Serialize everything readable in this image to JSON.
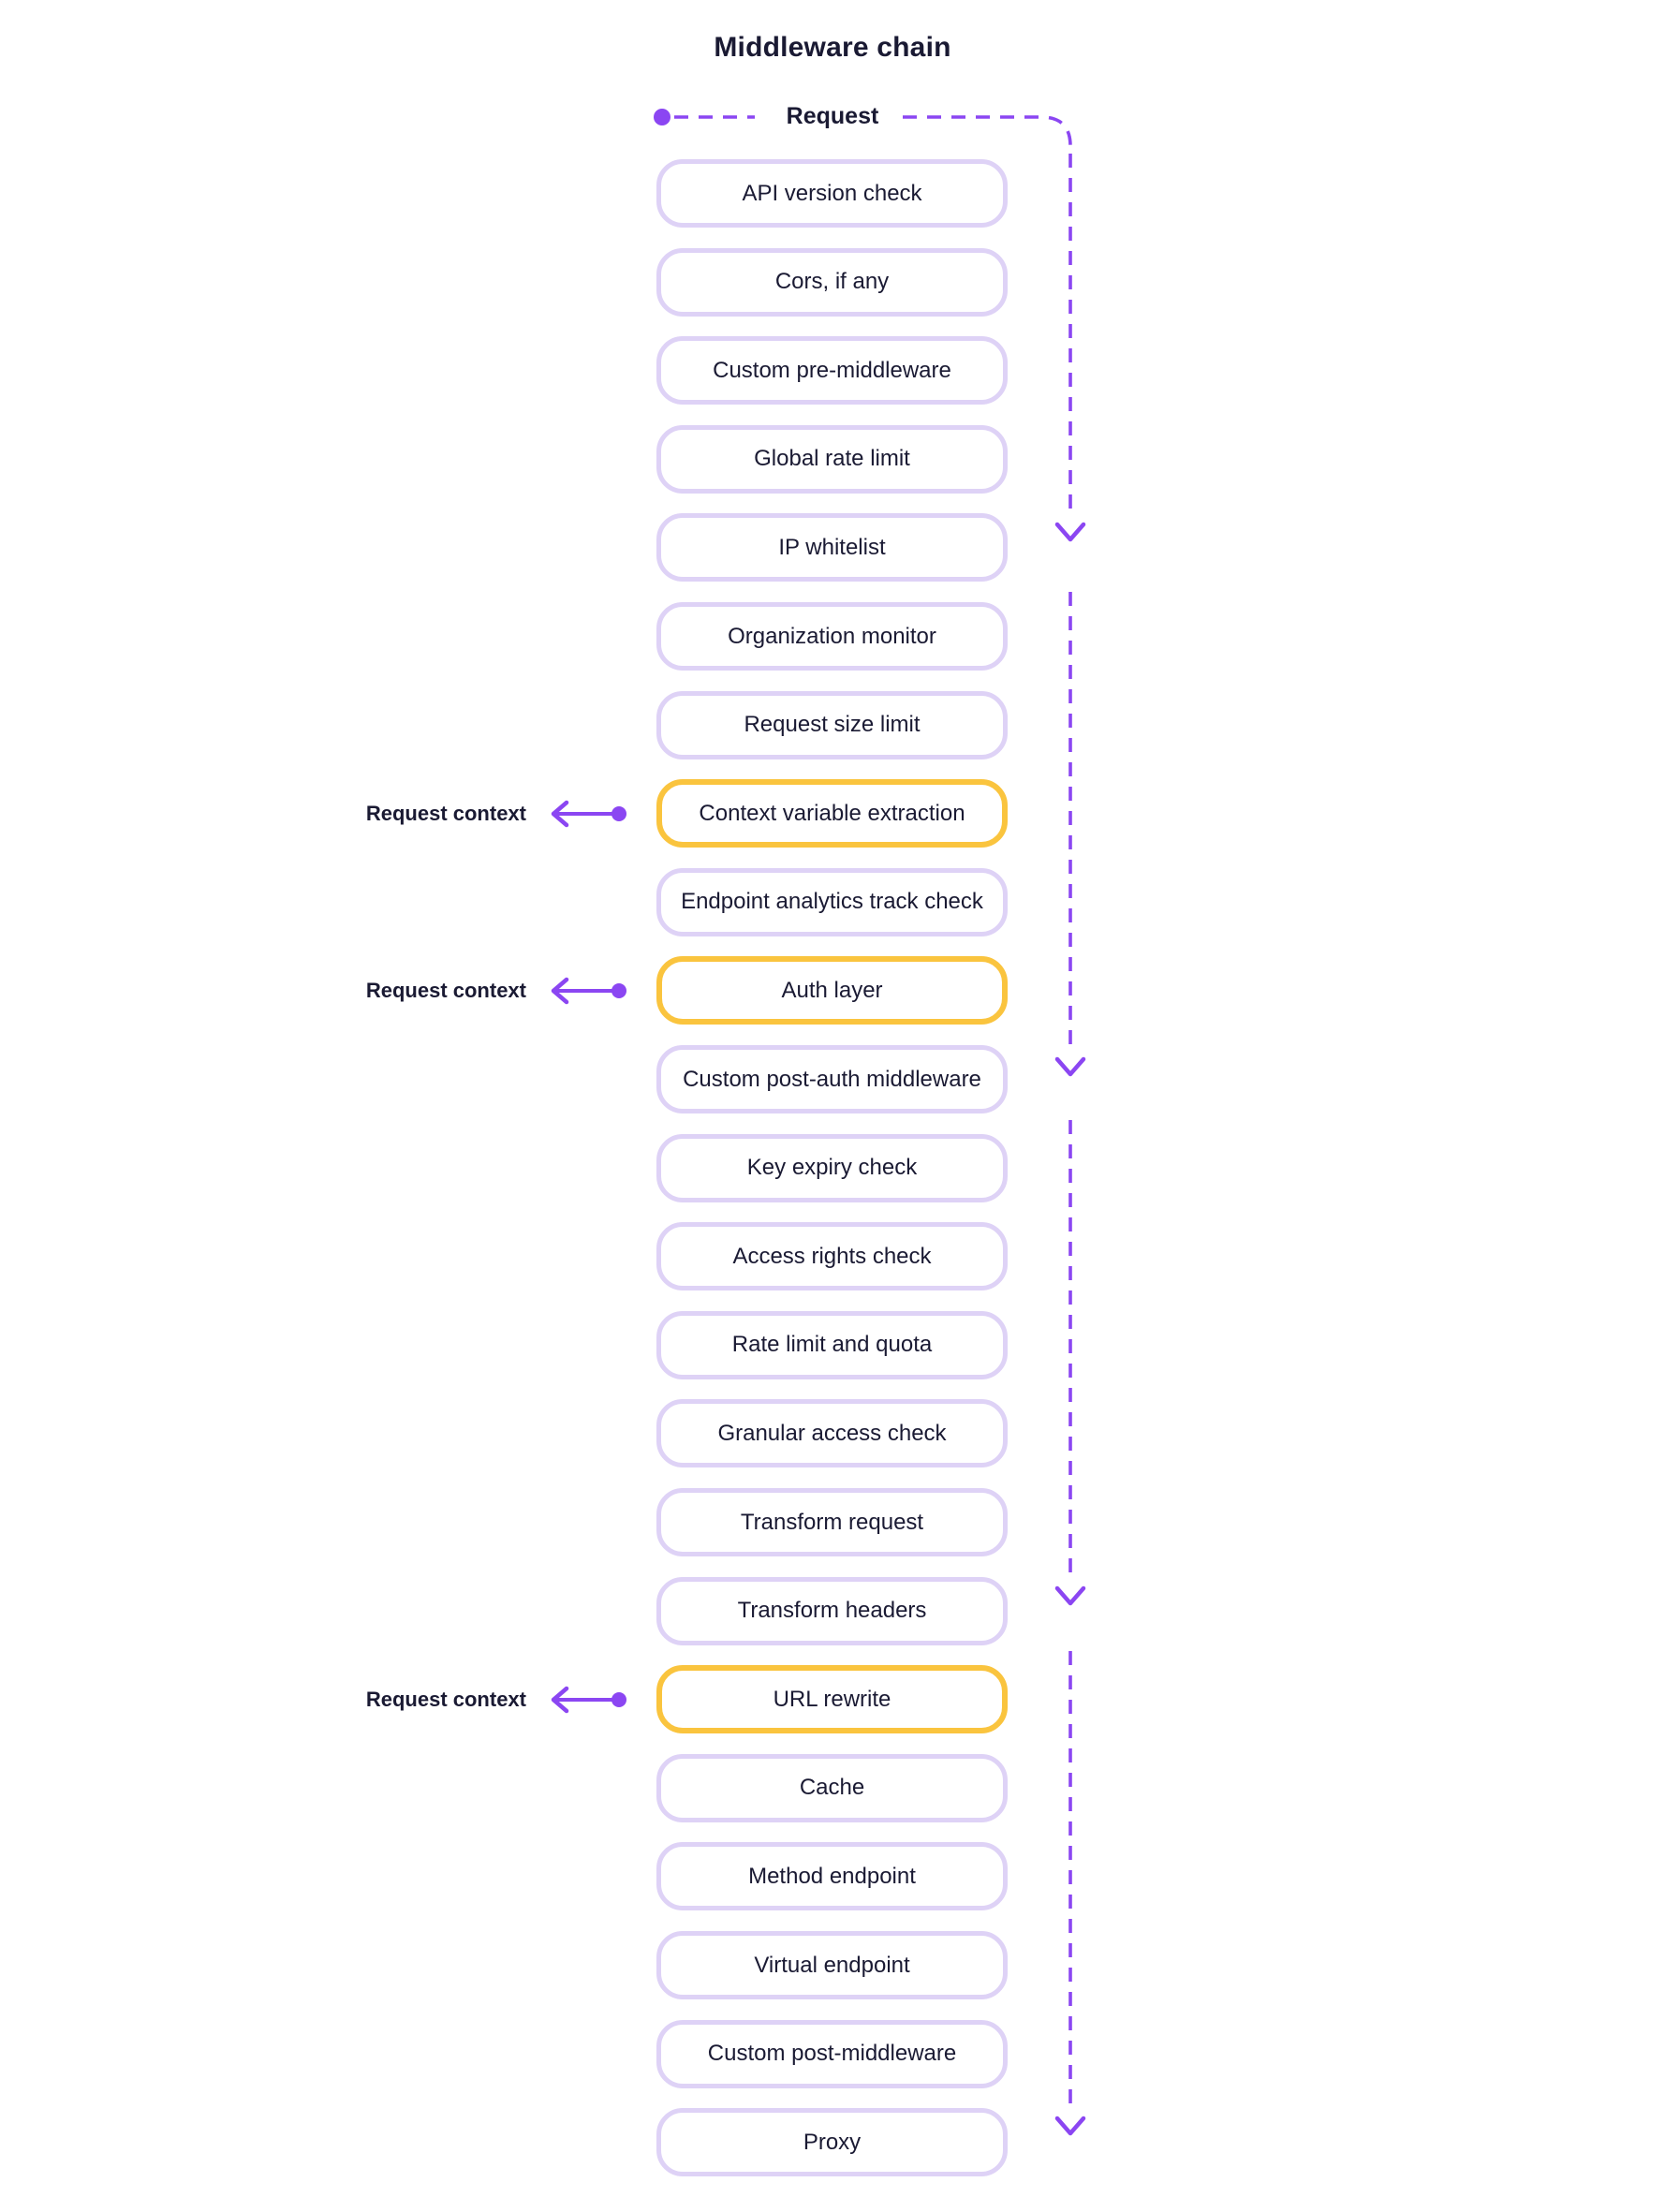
{
  "title": "Middleware chain",
  "flow": {
    "request_label": "Request",
    "request_context_label": "Request context"
  },
  "chain": {
    "steps": [
      {
        "label": "API version check",
        "highlighted": false
      },
      {
        "label": "Cors, if any",
        "highlighted": false
      },
      {
        "label": "Custom pre-middleware",
        "highlighted": false
      },
      {
        "label": "Global rate limit",
        "highlighted": false
      },
      {
        "label": "IP whitelist",
        "highlighted": false
      },
      {
        "label": "Organization monitor",
        "highlighted": false
      },
      {
        "label": "Request size limit",
        "highlighted": false
      },
      {
        "label": "Context variable extraction",
        "highlighted": true
      },
      {
        "label": "Endpoint analytics track check",
        "highlighted": false
      },
      {
        "label": "Auth layer",
        "highlighted": true
      },
      {
        "label": "Custom post-auth middleware",
        "highlighted": false
      },
      {
        "label": "Key expiry check",
        "highlighted": false
      },
      {
        "label": "Access rights check",
        "highlighted": false
      },
      {
        "label": "Rate limit and quota",
        "highlighted": false
      },
      {
        "label": "Granular access check",
        "highlighted": false
      },
      {
        "label": "Transform request",
        "highlighted": false
      },
      {
        "label": "Transform headers",
        "highlighted": false
      },
      {
        "label": "URL rewrite",
        "highlighted": true
      },
      {
        "label": "Cache",
        "highlighted": false
      },
      {
        "label": "Method endpoint",
        "highlighted": false
      },
      {
        "label": "Virtual endpoint",
        "highlighted": false
      },
      {
        "label": "Custom post-middleware",
        "highlighted": false
      },
      {
        "label": "Proxy",
        "highlighted": false
      }
    ]
  },
  "colors": {
    "accent_purple": "#8B46F2",
    "highlight_yellow": "#FAC43E",
    "box_border_lavender": "#DED2F6",
    "text_dark": "#1A1A33",
    "background": "#FFFFFF"
  }
}
